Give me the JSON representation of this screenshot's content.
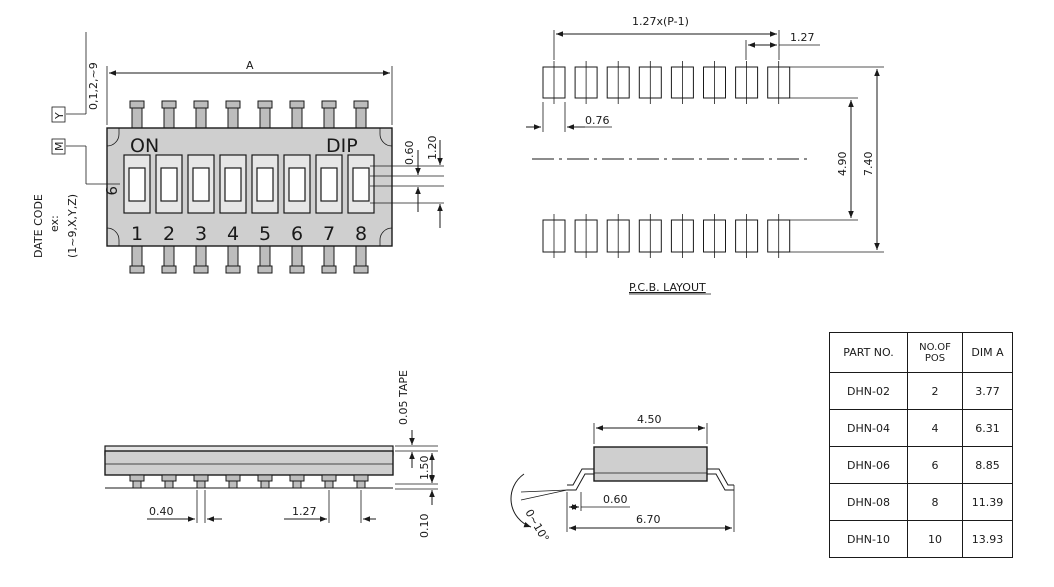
{
  "top_view": {
    "on_label": "ON",
    "dip_label": "DIP",
    "date_code_mark": "9",
    "positions": [
      "1",
      "2",
      "3",
      "4",
      "5",
      "6",
      "7",
      "8"
    ],
    "dim_a": "A",
    "dim_060": "0.60",
    "dim_120": "1.20"
  },
  "date_code": {
    "title": "DATE CODE",
    "ex": "ex:",
    "range": "(1~9,X,Y,Z)",
    "m_box": "M",
    "y_box": "Y",
    "digits": "0,1,2,~9"
  },
  "pcb": {
    "pitch_formula": "1.27x(P-1)",
    "pitch": "1.27",
    "pad_width": "0.76",
    "row_inner": "4.90",
    "row_outer": "7.40",
    "title": "P.C.B. LAYOUT"
  },
  "side_view": {
    "tape": "0.05 TAPE",
    "height": "1.50",
    "standoff": "0.10",
    "lead_width": "0.40",
    "pitch": "1.27"
  },
  "end_view": {
    "body_width": "4.50",
    "foot": "0.60",
    "span": "6.70",
    "angle": "0~10°"
  },
  "parts_table": {
    "headers": [
      "PART NO.",
      "NO.OF\nPOS",
      "DIM A"
    ],
    "rows": [
      [
        "DHN-02",
        "2",
        "3.77"
      ],
      [
        "DHN-04",
        "4",
        "6.31"
      ],
      [
        "DHN-06",
        "6",
        "8.85"
      ],
      [
        "DHN-08",
        "8",
        "11.39"
      ],
      [
        "DHN-10",
        "10",
        "13.93"
      ]
    ]
  }
}
